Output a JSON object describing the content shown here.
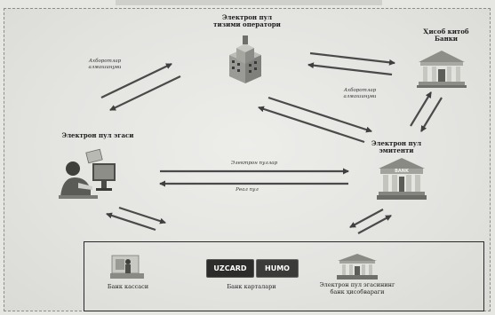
{
  "nodes": {
    "operator": {
      "line1": "Электрон пул",
      "line2": "тизими оператори"
    },
    "bank_account": {
      "line1": "Ҳисоб китоб",
      "line2": "Банки"
    },
    "owner": {
      "label": "Электрон пул эгаси"
    },
    "issuer": {
      "line1": "Электрон пул",
      "line2": "эмитенти"
    }
  },
  "flows": {
    "left_info": {
      "line1": "Ахборотлар",
      "line2": "алмашинуви"
    },
    "right_info": {
      "line1": "Ахборотлар",
      "line2": "алмашинуви"
    },
    "emoney": "Электрон пуллар",
    "real_money": "Реал пул"
  },
  "bottom": {
    "bank_cash": "Банк кассаси",
    "bank_cards": "Банк карталари",
    "holder_accounts": {
      "line1": "Электрон пул эгасининг",
      "line2": "банк ҳисобвараги"
    },
    "card_uzcard": "UZCARD",
    "card_humo": "HUMO",
    "bank_sign": "BANK"
  }
}
